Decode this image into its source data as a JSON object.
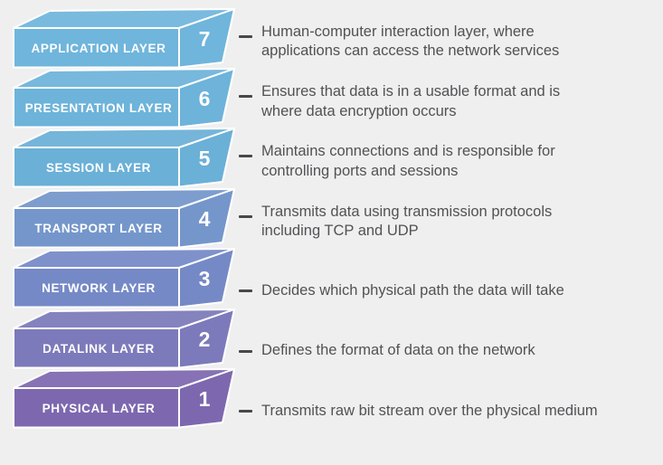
{
  "title": "OSI model layers diagram",
  "background_color": "#efeff0",
  "description_text_color": "#525254",
  "dash_color": "#48484a",
  "face_edge_color": "#ffffff",
  "layers": [
    {
      "number": "7",
      "label": "APPLICATION LAYER",
      "description": "Human-computer interaction layer, where\napplications can access the network services",
      "color": "#6fb5dc"
    },
    {
      "number": "6",
      "label": "PRESENTATION LAYER",
      "description": "Ensures that data is in a usable format and is\nwhere data encryption occurs",
      "color": "#6db3da"
    },
    {
      "number": "5",
      "label": "SESSION LAYER",
      "description": "Maintains connections and is responsible for\ncontrolling ports and sessions",
      "color": "#6bb0d7"
    },
    {
      "number": "4",
      "label": "TRANSPORT LAYER",
      "description": "Transmits data using transmission protocols\nincluding TCP and UDP",
      "color": "#7496cb"
    },
    {
      "number": "3",
      "label": "NETWORK LAYER",
      "description": "Decides which physical path the data will take",
      "color": "#7589c6"
    },
    {
      "number": "2",
      "label": "DATALINK LAYER",
      "description": "Defines the format of data on the network",
      "color": "#7c7aba"
    },
    {
      "number": "1",
      "label": "PHYSICAL LAYER",
      "description": "Transmits raw bit stream over the physical medium",
      "color": "#7d68af"
    }
  ]
}
